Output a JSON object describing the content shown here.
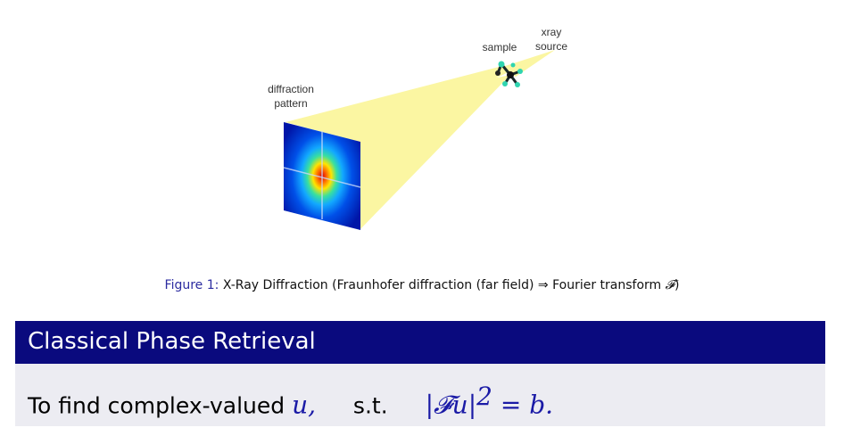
{
  "diagram": {
    "labels": {
      "diffraction_pattern_line1": "diffraction",
      "diffraction_pattern_line2": "pattern",
      "sample": "sample",
      "xray_source_line1": "xray",
      "xray_source_line2": "source"
    }
  },
  "caption": {
    "label": "Figure 1:",
    "text": "X-Ray Diffraction (Fraunhofer diffraction (far field) ⇒ Fourier transform",
    "symbol": "𝓕",
    "close": ")"
  },
  "section": {
    "title": "Classical Phase Retrieval"
  },
  "statement": {
    "prefix": "To find complex-valued",
    "var": "u,",
    "st": "s.t.",
    "equation": "|𝓕u|",
    "exponent": "2",
    "rhs": " = b."
  },
  "colors": {
    "beam": "#fbf6a2",
    "header_bg": "#0a0a7e",
    "body_bg": "#ececf2",
    "math_blue": "#1a1aa6",
    "caption_label": "#2b2ba0"
  }
}
